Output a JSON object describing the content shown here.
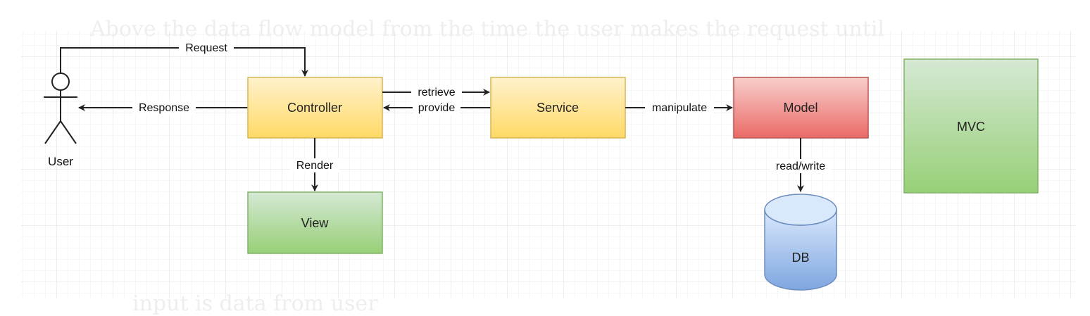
{
  "background_text": {
    "top": "Above the data flow model from the time the user makes the request until",
    "bottom": "input is data from user"
  },
  "actor": {
    "label": "User"
  },
  "nodes": {
    "controller": {
      "label": "Controller"
    },
    "service": {
      "label": "Service"
    },
    "model": {
      "label": "Model"
    },
    "view": {
      "label": "View"
    },
    "db": {
      "label": "DB"
    },
    "mvc": {
      "label": "MVC"
    }
  },
  "edges": {
    "request": "Request",
    "response": "Response",
    "retrieve": "retrieve",
    "provide": "provide",
    "manipulate": "manipulate",
    "render": "Render",
    "read_write": "read/write"
  },
  "colors": {
    "yellow_fill_top": "#fff2cc",
    "yellow_fill_bottom": "#ffd966",
    "yellow_stroke": "#d6b656",
    "red_fill_top": "#f8cecc",
    "red_fill_bottom": "#ea6b66",
    "red_stroke": "#b85450",
    "green_fill_top": "#d5e8d4",
    "green_fill_bottom": "#97d077",
    "green_stroke": "#82b366",
    "blue_fill_top": "#dae8fc",
    "blue_fill_bottom": "#7ea6e0",
    "blue_stroke": "#6c8ebf",
    "grid_line": "#e6e6e6",
    "edge": "#222222"
  }
}
